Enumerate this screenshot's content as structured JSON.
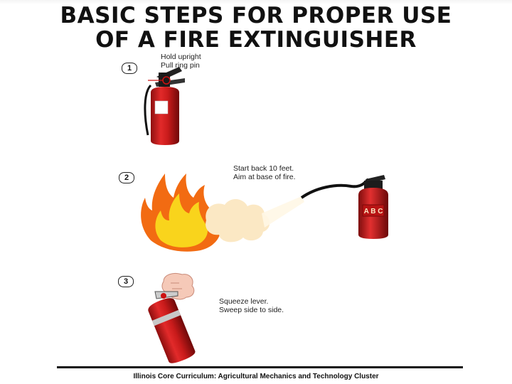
{
  "title": {
    "line1": "BASIC STEPS FOR PROPER USE",
    "line2": "OF A FIRE EXTINGUISHER"
  },
  "steps": [
    {
      "number": "1",
      "caption_line1": "Hold upright",
      "caption_line2": "Pull ring pin"
    },
    {
      "number": "2",
      "caption_line1": "Start back 10 feet.",
      "caption_line2": "Aim at base of fire."
    },
    {
      "number": "3",
      "caption_line1": "Squeeze lever.",
      "caption_line2": "Sweep side to side."
    }
  ],
  "extinguisher_label": "A B C",
  "footer": "Illinois Core Curriculum: Agricultural Mechanics and Technology Cluster",
  "colors": {
    "extinguisher_red": "#d81e1e",
    "flame_orange": "#f26b12",
    "flame_yellow": "#f9d41c"
  }
}
